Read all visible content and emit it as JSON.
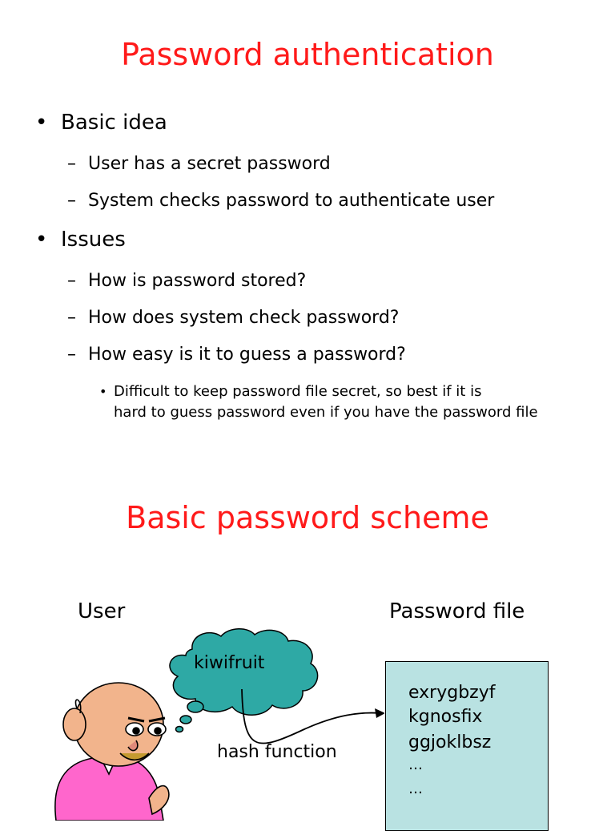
{
  "slide1": {
    "title": "Password authentication",
    "bullets": [
      {
        "text": "Basic idea",
        "subs": [
          "User has a secret password",
          "System checks password to authenticate user"
        ]
      },
      {
        "text": "Issues",
        "subs": [
          "How is password stored?",
          "How does system check password?",
          "How easy is it to guess a password?"
        ],
        "subsubs": [
          "Difficult to keep password file secret, so best if it is",
          "hard to guess password even if you have the password file"
        ]
      }
    ]
  },
  "slide2": {
    "title": "Basic password scheme",
    "user_label": "User",
    "file_label": "Password file",
    "cloud_text": "kiwifruit",
    "arrow_label": "hash function",
    "file_entries": [
      "exrygbzyf",
      "kgnosfix",
      "ggjoklbsz",
      "…",
      "…"
    ]
  },
  "symbols": {
    "bullet": "•",
    "dash": "–"
  },
  "colors": {
    "title": "#ff1a1a",
    "cloud_fill": "#2ea9a5",
    "file_fill": "#b9e2e2",
    "shirt": "#ff66cc",
    "skin": "#f2b48c"
  }
}
